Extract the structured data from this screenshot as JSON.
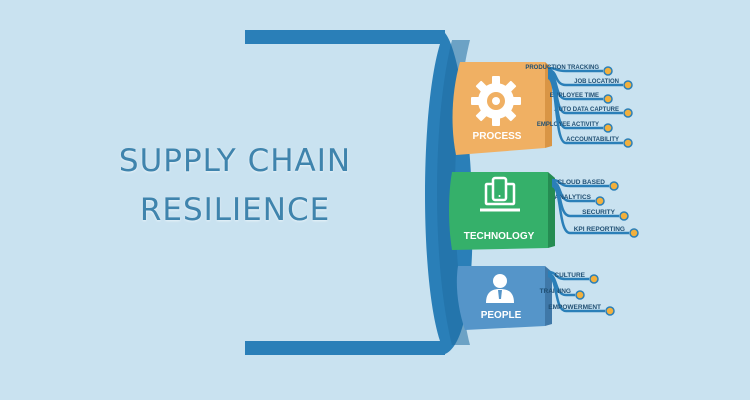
{
  "title": {
    "line1": "SUPPLY CHAIN",
    "line2": "RESILIENCE"
  },
  "colors": {
    "background": "#c9e2f0",
    "arc": "#2a7fb8",
    "process": "#f0b063",
    "technology": "#35b06a",
    "people": "#5595c9",
    "title": "#3f84ad",
    "label": "#1f4f73",
    "dot": "#f2b03d"
  },
  "sections": [
    {
      "key": "process",
      "label": "PROCESS",
      "icon": "gear-icon",
      "items": [
        "PRODUCTION TRACKING",
        "JOB LOCATION",
        "EMPLOYEE TIME",
        "AUTO DATA CAPTURE",
        "EMPLOYEE ACTIVITY",
        "ACCOUNTABILITY"
      ]
    },
    {
      "key": "technology",
      "label": "TECHNOLOGY",
      "icon": "devices-icon",
      "items": [
        "CLOUD BASED",
        "ANALYTICS",
        "SECURITY",
        "KPI REPORTING"
      ]
    },
    {
      "key": "people",
      "label": "PEOPLE",
      "icon": "person-icon",
      "items": [
        "CULTURE",
        "TRAINING",
        "EMPOWERMENT"
      ]
    }
  ]
}
